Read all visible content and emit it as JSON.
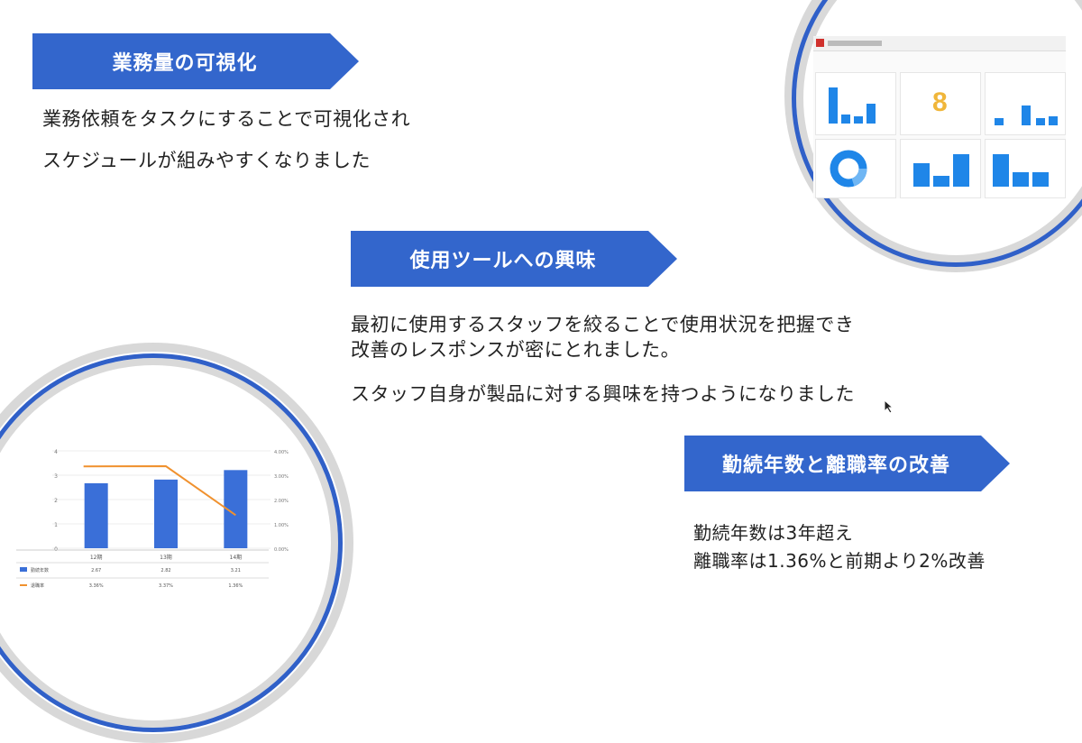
{
  "sections": {
    "visualization": {
      "heading": "業務量の可視化",
      "lines": [
        "業務依頼をタスクにすることで可視化され",
        "スケジュールが組みやすくなりました"
      ]
    },
    "tool_interest": {
      "heading": "使用ツールへの興味",
      "lines": [
        "最初に使用するスタッフを絞ることで使用状況を把握でき",
        "改善のレスポンスが密にとれました。",
        "スタッフ自身が製品に対する興味を持つようになりました"
      ]
    },
    "retention": {
      "heading": "勤続年数と離職率の改善",
      "lines": [
        "勤続年数は3年超え",
        "離職率は1.36%と前期より2%改善"
      ]
    }
  },
  "dashboard": {
    "kpi_value": "8"
  },
  "chart_data": {
    "type": "bar",
    "categories": [
      "12期",
      "13期",
      "14期"
    ],
    "series": [
      {
        "name": "勤続年数",
        "type": "bar",
        "axis": "left",
        "values": [
          2.67,
          2.82,
          3.21
        ]
      },
      {
        "name": "退職率",
        "type": "line",
        "axis": "right",
        "values": [
          3.36,
          3.37,
          1.36
        ]
      }
    ],
    "left_axis": {
      "ylim": [
        0,
        4
      ],
      "ticks": [
        "0",
        "1",
        "2",
        "3",
        "4"
      ]
    },
    "right_axis": {
      "ylim": [
        0,
        4
      ],
      "ticks": [
        "0.00%",
        "1.00%",
        "2.00%",
        "3.00%",
        "4.00%"
      ]
    },
    "table": {
      "rows": [
        {
          "label": "勤続年数",
          "values": [
            "2.67",
            "2.82",
            "3.21"
          ]
        },
        {
          "label": "退職率",
          "values": [
            "3.36%",
            "3.37%",
            "1.36%"
          ]
        }
      ]
    },
    "colors": {
      "bar": "#3a6fd8",
      "line": "#f0912e"
    }
  }
}
